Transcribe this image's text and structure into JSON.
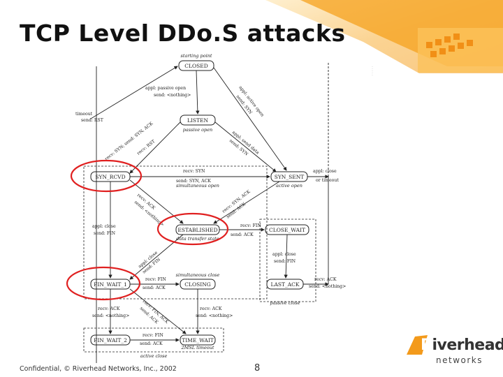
{
  "slide": {
    "title": "TCP Level DDo.S attacks",
    "footer": "Confidential, © Riverhead Networks, Inc., 2002",
    "page_number": "8"
  },
  "logo": {
    "word_first": "R",
    "word_rest": "iverhead",
    "sub": "networks",
    "accent_color": "#f39a1b"
  },
  "colors": {
    "highlight_circle": "#e02020",
    "accent_orange": "#f7a21b"
  },
  "diagram": {
    "states": {
      "closed": "CLOSED",
      "listen": "LISTEN",
      "syn_rcvd": "SYN_RCVD",
      "syn_sent": "SYN_SENT",
      "established": "ESTABLISHED",
      "close_wait": "CLOSE_WAIT",
      "fin_wait_1": "FIN_WAIT_1",
      "closing": "CLOSING",
      "last_ack": "LAST_ACK",
      "fin_wait_2": "FIN_WAIT_2",
      "time_wait": "TIME_WAIT"
    },
    "notes": {
      "starting_point": "starting point",
      "passive_open": "passive open",
      "active_open": "active open",
      "data_transfer": "data transfer state",
      "simultaneous_open": "simultaneous open",
      "simultaneous_close": "simultaneous close",
      "passive_close": "passive close",
      "active_close": "active close",
      "two_msl": "2MSL timeout"
    },
    "labels": {
      "appl_passive_open": "appl: passive open",
      "send_nothing": "send: <nothing>",
      "timeout": "timeout",
      "send_rst": "send: RST",
      "recv_syn_send_synack": "recv: SYN; send: SYN, ACK",
      "recv_rst": "recv: RST",
      "appl_active_open": "appl: active open",
      "send_syn": "send: SYN",
      "appl_send_data": "appl: send data",
      "recv_syn": "recv: SYN",
      "send_syn_ack": "send: SYN, ACK",
      "appl_close": "appl: close",
      "or_timeout": "or timeout",
      "recv_ack": "recv: ACK",
      "recv_synack": "recv: SYN, ACK",
      "send_ack": "send: ACK",
      "send_fin": "send: FIN",
      "recv_fin": "recv: FIN",
      "recv_finack": "recv: FIN, ACK"
    }
  }
}
